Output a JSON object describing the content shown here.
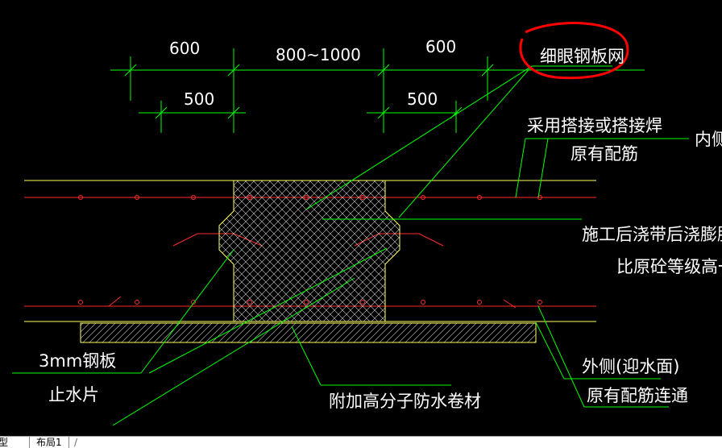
{
  "drawing": {
    "dimensions": {
      "left_top": "600",
      "middle_top": "800~1000",
      "right_top": "600",
      "left_bottom": "500",
      "right_bottom": "500"
    },
    "labels": {
      "fine_mesh": "细眼钢板网",
      "lap_weld": "采用搭接或搭接焊",
      "existing_rebar_top": "原有配筋",
      "inner_side": "内侧",
      "pour_strip_line1": "施工后浇带后浇膨胀混凝",
      "pour_strip_line2": "比原砼等级高一级",
      "steel_plate_line1": "3mm钢板",
      "steel_plate_line2": "止水片",
      "membrane": "附加高分子防水卷材",
      "outer_side": "外侧(迎水面)",
      "existing_rebar_bottom": "原有配筋连通"
    },
    "colors": {
      "dimension_line": "#00ff00",
      "slab_line": "#ffff66",
      "rebar_line": "#ff2a2a",
      "hatch": "#cfcfcf",
      "highlight_circle": "#ff0000"
    }
  },
  "tabs": {
    "model": "型",
    "layout1": "布局1",
    "extra": "/"
  }
}
